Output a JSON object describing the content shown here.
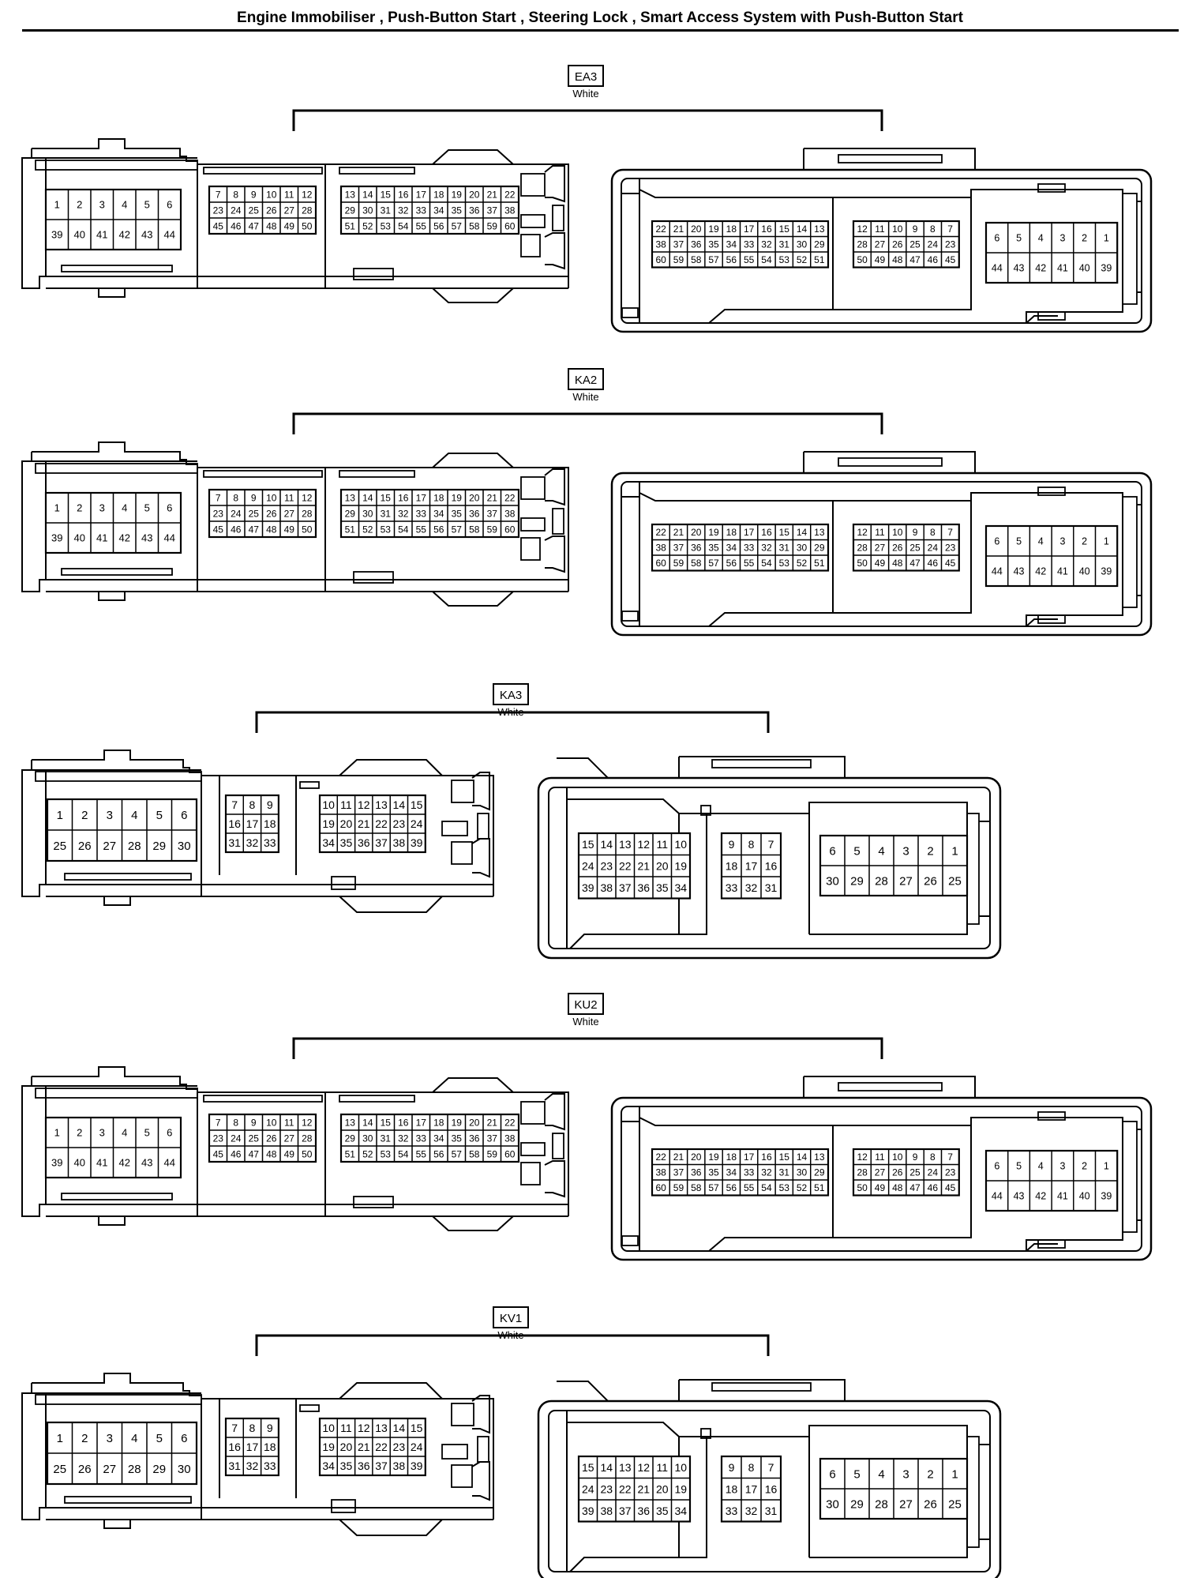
{
  "title": "Engine Immobiliser , Push-Button Start , Steering Lock , Smart Access System with Push-Button Start",
  "connectors": [
    {
      "code": "EA3",
      "color": "White",
      "variant": "60",
      "left_blocks": [
        [
          [
            "1",
            "2",
            "3",
            "4",
            "5",
            "6"
          ],
          [
            "39",
            "40",
            "41",
            "42",
            "43",
            "44"
          ]
        ],
        [
          [
            "7",
            "8",
            "9",
            "10",
            "11",
            "12"
          ],
          [
            "23",
            "24",
            "25",
            "26",
            "27",
            "28"
          ],
          [
            "45",
            "46",
            "47",
            "48",
            "49",
            "50"
          ]
        ],
        [
          [
            "13",
            "14",
            "15",
            "16",
            "17",
            "18",
            "19",
            "20",
            "21",
            "22"
          ],
          [
            "29",
            "30",
            "31",
            "32",
            "33",
            "34",
            "35",
            "36",
            "37",
            "38"
          ],
          [
            "51",
            "52",
            "53",
            "54",
            "55",
            "56",
            "57",
            "58",
            "59",
            "60"
          ]
        ]
      ],
      "right_blocks": [
        [
          [
            "22",
            "21",
            "20",
            "19",
            "18",
            "17",
            "16",
            "15",
            "14",
            "13"
          ],
          [
            "38",
            "37",
            "36",
            "35",
            "34",
            "33",
            "32",
            "31",
            "30",
            "29"
          ],
          [
            "60",
            "59",
            "58",
            "57",
            "56",
            "55",
            "54",
            "53",
            "52",
            "51"
          ]
        ],
        [
          [
            "12",
            "11",
            "10",
            "9",
            "8",
            "7"
          ],
          [
            "28",
            "27",
            "26",
            "25",
            "24",
            "23"
          ],
          [
            "50",
            "49",
            "48",
            "47",
            "46",
            "45"
          ]
        ],
        [
          [
            "6",
            "5",
            "4",
            "3",
            "2",
            "1"
          ],
          [
            "44",
            "43",
            "42",
            "41",
            "40",
            "39"
          ]
        ]
      ]
    },
    {
      "code": "KA2",
      "color": "White",
      "variant": "60",
      "left_blocks": [
        [
          [
            "1",
            "2",
            "3",
            "4",
            "5",
            "6"
          ],
          [
            "39",
            "40",
            "41",
            "42",
            "43",
            "44"
          ]
        ],
        [
          [
            "7",
            "8",
            "9",
            "10",
            "11",
            "12"
          ],
          [
            "23",
            "24",
            "25",
            "26",
            "27",
            "28"
          ],
          [
            "45",
            "46",
            "47",
            "48",
            "49",
            "50"
          ]
        ],
        [
          [
            "13",
            "14",
            "15",
            "16",
            "17",
            "18",
            "19",
            "20",
            "21",
            "22"
          ],
          [
            "29",
            "30",
            "31",
            "32",
            "33",
            "34",
            "35",
            "36",
            "37",
            "38"
          ],
          [
            "51",
            "52",
            "53",
            "54",
            "55",
            "56",
            "57",
            "58",
            "59",
            "60"
          ]
        ]
      ],
      "right_blocks": [
        [
          [
            "22",
            "21",
            "20",
            "19",
            "18",
            "17",
            "16",
            "15",
            "14",
            "13"
          ],
          [
            "38",
            "37",
            "36",
            "35",
            "34",
            "33",
            "32",
            "31",
            "30",
            "29"
          ],
          [
            "60",
            "59",
            "58",
            "57",
            "56",
            "55",
            "54",
            "53",
            "52",
            "51"
          ]
        ],
        [
          [
            "12",
            "11",
            "10",
            "9",
            "8",
            "7"
          ],
          [
            "28",
            "27",
            "26",
            "25",
            "24",
            "23"
          ],
          [
            "50",
            "49",
            "48",
            "47",
            "46",
            "45"
          ]
        ],
        [
          [
            "6",
            "5",
            "4",
            "3",
            "2",
            "1"
          ],
          [
            "44",
            "43",
            "42",
            "41",
            "40",
            "39"
          ]
        ]
      ]
    },
    {
      "code": "KA3",
      "color": "White",
      "variant": "39",
      "left_blocks": [
        [
          [
            "1",
            "2",
            "3",
            "4",
            "5",
            "6"
          ],
          [
            "25",
            "26",
            "27",
            "28",
            "29",
            "30"
          ]
        ],
        [
          [
            "7",
            "8",
            "9"
          ],
          [
            "16",
            "17",
            "18"
          ],
          [
            "31",
            "32",
            "33"
          ]
        ],
        [
          [
            "10",
            "11",
            "12",
            "13",
            "14",
            "15"
          ],
          [
            "19",
            "20",
            "21",
            "22",
            "23",
            "24"
          ],
          [
            "34",
            "35",
            "36",
            "37",
            "38",
            "39"
          ]
        ]
      ],
      "right_blocks": [
        [
          [
            "15",
            "14",
            "13",
            "12",
            "11",
            "10"
          ],
          [
            "24",
            "23",
            "22",
            "21",
            "20",
            "19"
          ],
          [
            "39",
            "38",
            "37",
            "36",
            "35",
            "34"
          ]
        ],
        [
          [
            "9",
            "8",
            "7"
          ],
          [
            "18",
            "17",
            "16"
          ],
          [
            "33",
            "32",
            "31"
          ]
        ],
        [
          [
            "6",
            "5",
            "4",
            "3",
            "2",
            "1"
          ],
          [
            "30",
            "29",
            "28",
            "27",
            "26",
            "25"
          ]
        ]
      ]
    },
    {
      "code": "KU2",
      "color": "White",
      "variant": "60",
      "left_blocks": [
        [
          [
            "1",
            "2",
            "3",
            "4",
            "5",
            "6"
          ],
          [
            "39",
            "40",
            "41",
            "42",
            "43",
            "44"
          ]
        ],
        [
          [
            "7",
            "8",
            "9",
            "10",
            "11",
            "12"
          ],
          [
            "23",
            "24",
            "25",
            "26",
            "27",
            "28"
          ],
          [
            "45",
            "46",
            "47",
            "48",
            "49",
            "50"
          ]
        ],
        [
          [
            "13",
            "14",
            "15",
            "16",
            "17",
            "18",
            "19",
            "20",
            "21",
            "22"
          ],
          [
            "29",
            "30",
            "31",
            "32",
            "33",
            "34",
            "35",
            "36",
            "37",
            "38"
          ],
          [
            "51",
            "52",
            "53",
            "54",
            "55",
            "56",
            "57",
            "58",
            "59",
            "60"
          ]
        ]
      ],
      "right_blocks": [
        [
          [
            "22",
            "21",
            "20",
            "19",
            "18",
            "17",
            "16",
            "15",
            "14",
            "13"
          ],
          [
            "38",
            "37",
            "36",
            "35",
            "34",
            "33",
            "32",
            "31",
            "30",
            "29"
          ],
          [
            "60",
            "59",
            "58",
            "57",
            "56",
            "55",
            "54",
            "53",
            "52",
            "51"
          ]
        ],
        [
          [
            "12",
            "11",
            "10",
            "9",
            "8",
            "7"
          ],
          [
            "28",
            "27",
            "26",
            "25",
            "24",
            "23"
          ],
          [
            "50",
            "49",
            "48",
            "47",
            "46",
            "45"
          ]
        ],
        [
          [
            "6",
            "5",
            "4",
            "3",
            "2",
            "1"
          ],
          [
            "44",
            "43",
            "42",
            "41",
            "40",
            "39"
          ]
        ]
      ]
    },
    {
      "code": "KV1",
      "color": "White",
      "variant": "39",
      "left_blocks": [
        [
          [
            "1",
            "2",
            "3",
            "4",
            "5",
            "6"
          ],
          [
            "25",
            "26",
            "27",
            "28",
            "29",
            "30"
          ]
        ],
        [
          [
            "7",
            "8",
            "9"
          ],
          [
            "16",
            "17",
            "18"
          ],
          [
            "31",
            "32",
            "33"
          ]
        ],
        [
          [
            "10",
            "11",
            "12",
            "13",
            "14",
            "15"
          ],
          [
            "19",
            "20",
            "21",
            "22",
            "23",
            "24"
          ],
          [
            "34",
            "35",
            "36",
            "37",
            "38",
            "39"
          ]
        ]
      ],
      "right_blocks": [
        [
          [
            "15",
            "14",
            "13",
            "12",
            "11",
            "10"
          ],
          [
            "24",
            "23",
            "22",
            "21",
            "20",
            "19"
          ],
          [
            "39",
            "38",
            "37",
            "36",
            "35",
            "34"
          ]
        ],
        [
          [
            "9",
            "8",
            "7"
          ],
          [
            "18",
            "17",
            "16"
          ],
          [
            "33",
            "32",
            "31"
          ]
        ],
        [
          [
            "6",
            "5",
            "4",
            "3",
            "2",
            "1"
          ],
          [
            "30",
            "29",
            "28",
            "27",
            "26",
            "25"
          ]
        ]
      ]
    }
  ]
}
